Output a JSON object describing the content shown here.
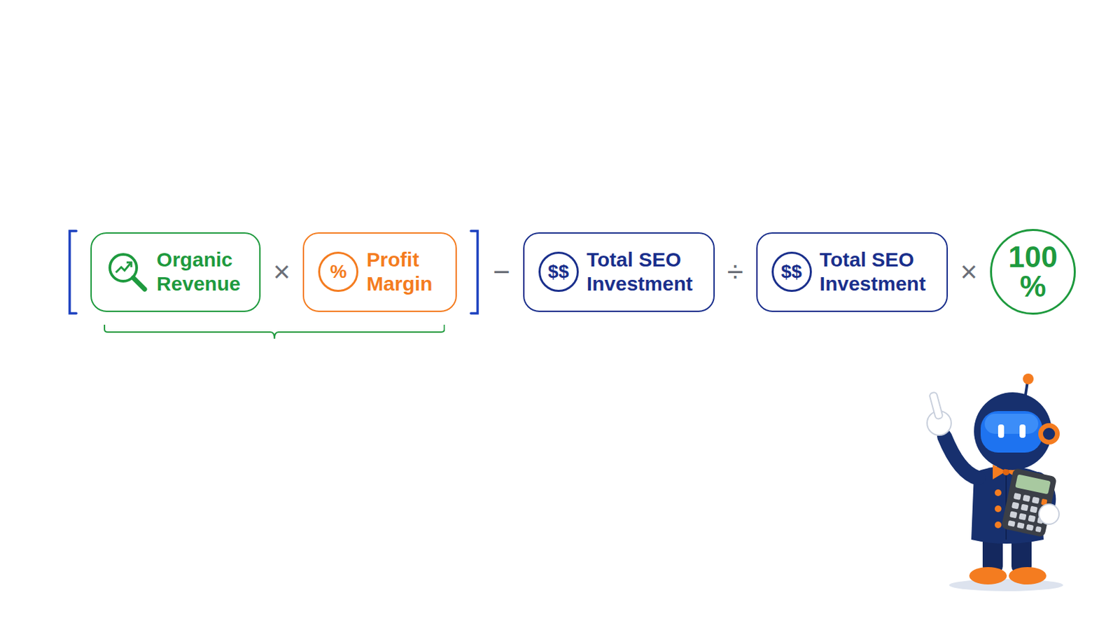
{
  "diagram": {
    "nodes": [
      {
        "text": [
          "Organic Revenue"
        ]
      },
      {
        "text": [
          "Profit Margin"
        ]
      },
      {
        "text": [
          "Total SEO Investment"
        ]
      },
      {
        "text": [
          "Total SEO Investment"
        ]
      },
      {
        "text": [
          "100 %"
        ]
      }
    ],
    "labels": [
      "×",
      "%",
      "−",
      "$$",
      "÷",
      "$$",
      "×"
    ]
  }
}
